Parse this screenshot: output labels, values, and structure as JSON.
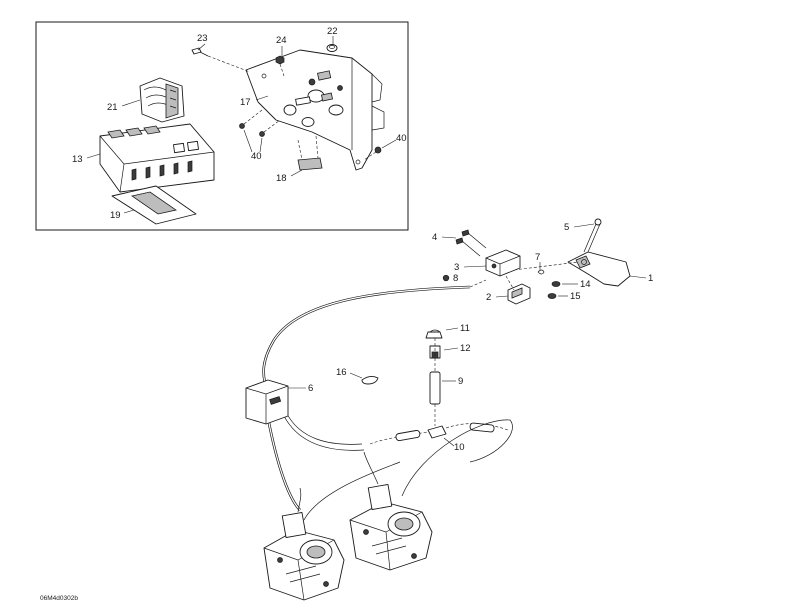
{
  "diagram": {
    "drawing_code": "06M4d0302b",
    "callouts": {
      "c1": "1",
      "c2": "2",
      "c3": "3",
      "c4": "4",
      "c5": "5",
      "c6": "6",
      "c7": "7",
      "c8": "8",
      "c9": "9",
      "c10": "10",
      "c11": "11",
      "c12": "12",
      "c13": "13",
      "c14": "14",
      "c15": "15",
      "c16": "16",
      "c17": "17",
      "c18": "18",
      "c19": "19",
      "c21": "21",
      "c22": "22",
      "c23": "23",
      "c24": "24",
      "c40a": "40",
      "c40b": "40"
    }
  }
}
